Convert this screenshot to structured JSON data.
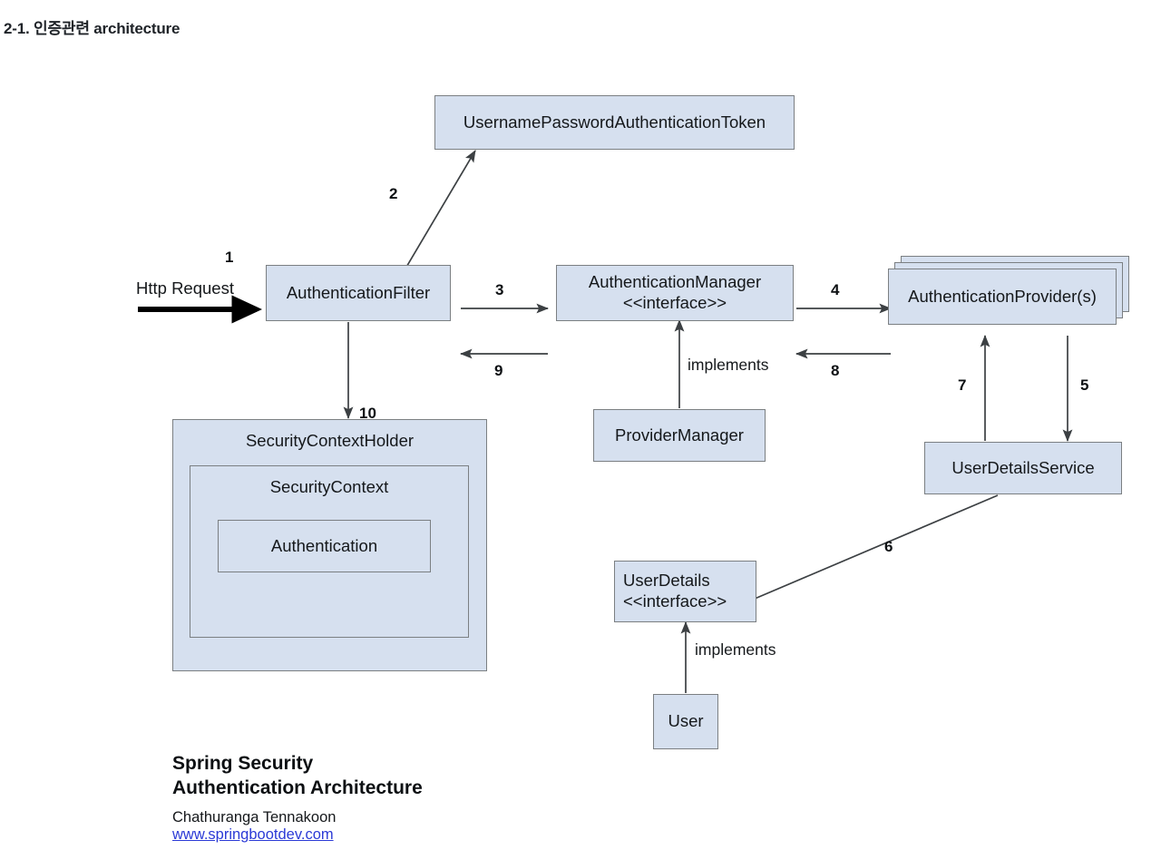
{
  "page": {
    "heading": "2-1. 인증관련 architecture"
  },
  "diagram": {
    "title": "Spring Security Authentication Architecture",
    "nodes": {
      "token": {
        "label": "UsernamePasswordAuthenticationToken"
      },
      "filter": {
        "label": "AuthenticationFilter"
      },
      "manager": {
        "label": "AuthenticationManager\n<<interface>>"
      },
      "provider": {
        "label": "AuthenticationProvider(s)"
      },
      "provider_manager": {
        "label": "ProviderManager"
      },
      "user_details_service": {
        "label": "UserDetailsService"
      },
      "user_details": {
        "label": "UserDetails\n<<interface>>"
      },
      "user": {
        "label": "User"
      },
      "security_context_holder": {
        "label": "SecurityContextHolder"
      },
      "security_context": {
        "label": "SecurityContext"
      },
      "authentication": {
        "label": "Authentication"
      }
    },
    "request": {
      "label": "Http Request"
    },
    "edge_labels": {
      "e1": "1",
      "e2": "2",
      "e3": "3",
      "e4": "4",
      "e5": "5",
      "e6": "6",
      "e7": "7",
      "e8": "8",
      "e9": "9",
      "e10": "10"
    },
    "edge_texts": {
      "implements_manager": "implements",
      "implements_user": "implements"
    }
  },
  "caption": {
    "title": "Spring Security\nAuthentication Architecture",
    "author": "Chathuranga Tennakoon",
    "link": "www.springbootdev.com"
  },
  "colors": {
    "node_fill": "#d6e0ef",
    "node_border": "#7b7f82",
    "stroke": "#3c4043",
    "link": "#2b3ad6",
    "text": "#15181b",
    "background": "#ffffff"
  }
}
